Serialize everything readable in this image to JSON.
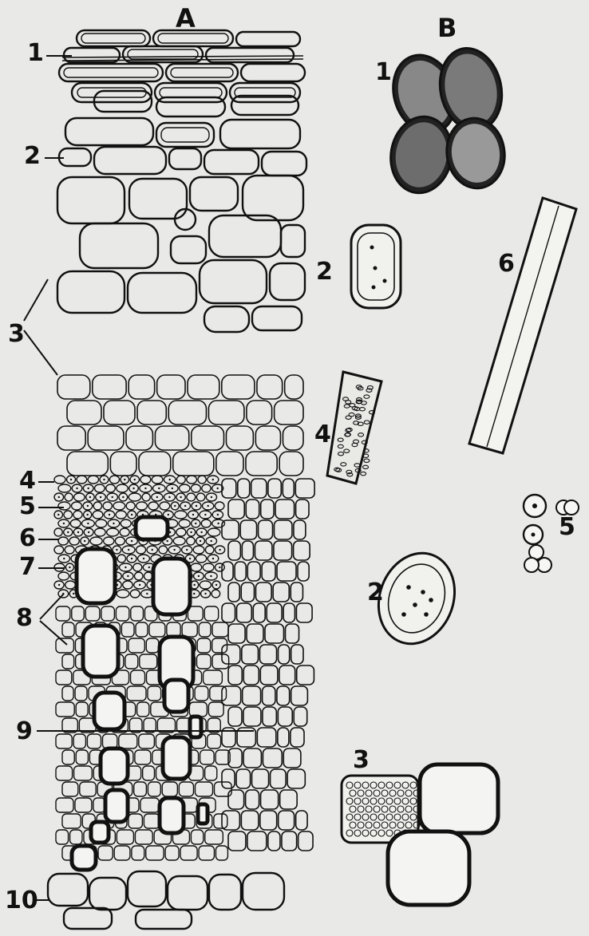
{
  "panel_a": {
    "title": "A",
    "labels": [
      "1",
      "2",
      "3",
      "4",
      "5",
      "6",
      "7",
      "8",
      "9",
      "10"
    ]
  },
  "panel_b": {
    "title": "B",
    "labels": [
      "1",
      "2",
      "6",
      "4",
      "5",
      "2",
      "3"
    ]
  }
}
